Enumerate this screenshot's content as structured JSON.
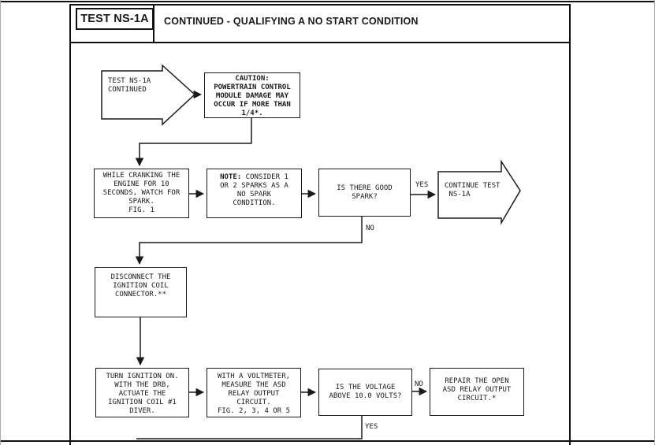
{
  "header": {
    "test_id": "TEST NS-1A",
    "title": "CONTINUED - QUALIFYING A NO START CONDITION"
  },
  "flowchart": {
    "nodes": {
      "start": {
        "text": "TEST NS-1A\nCONTINUED"
      },
      "caution": {
        "text": "CAUTION:\nPOWERTRAIN CONTROL\nMODULE DAMAGE MAY\nOCCUR IF MORE THAN\n1/4*."
      },
      "crank": {
        "text": "WHILE CRANKING THE\nENGINE FOR 10\nSECONDS, WATCH FOR\nSPARK.\nFIG. 1"
      },
      "note": {
        "prefix": "NOTE:",
        "text": " CONSIDER 1\nOR 2 SPARKS AS A\nNO SPARK\nCONDITION."
      },
      "spark_question": {
        "text": "IS THERE GOOD\nSPARK?"
      },
      "continue_test": {
        "text": "CONTINUE TEST\n NS-1A"
      },
      "disconnect": {
        "text": "DISCONNECT THE\nIGNITION COIL\nCONNECTOR.**"
      },
      "ignition": {
        "text": "TURN IGNITION ON.\nWITH THE DRB,\nACTUATE THE\nIGNITION COIL #1\nDIVER."
      },
      "voltmeter": {
        "text": "WITH A VOLTMETER,\nMEASURE THE ASD\nRELAY OUTPUT\nCIRCUIT.\nFIG. 2, 3, 4 OR 5"
      },
      "voltage_question": {
        "text": "IS THE VOLTAGE\nABOVE 10.0 VOLTS?"
      },
      "repair": {
        "text": "REPAIR THE OPEN\nASD RELAY OUTPUT\nCIRCUIT.*"
      }
    },
    "labels": {
      "yes_spark": "YES",
      "no_spark": "NO",
      "no_voltage": "NO",
      "yes_voltage": "YES"
    },
    "colors": {
      "line": "#1a1a1a"
    }
  }
}
